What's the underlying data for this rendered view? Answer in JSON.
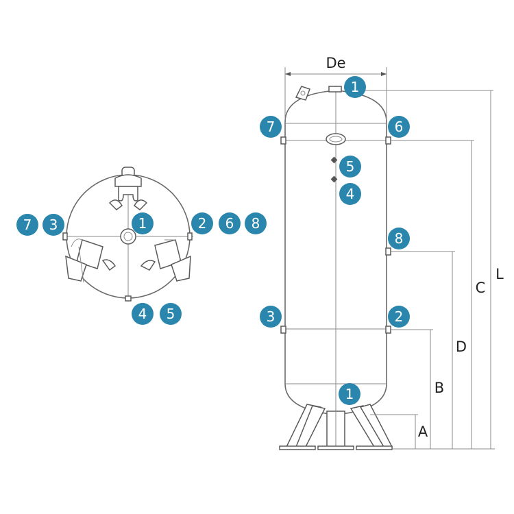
{
  "colors": {
    "badge": "#2a86ad",
    "badge_text": "#ffffff",
    "line": "#6a6a6a",
    "dimension_text": "#222222"
  },
  "top_view": {
    "badges": [
      "7",
      "3",
      "1",
      "2",
      "6",
      "8",
      "4",
      "5"
    ]
  },
  "side_view": {
    "badges": [
      "1",
      "7",
      "6",
      "5",
      "4",
      "8",
      "3",
      "2",
      "1"
    ],
    "dimensions": {
      "diameter": "De",
      "A": "A",
      "B": "B",
      "C": "C",
      "D": "D",
      "L": "L"
    }
  }
}
